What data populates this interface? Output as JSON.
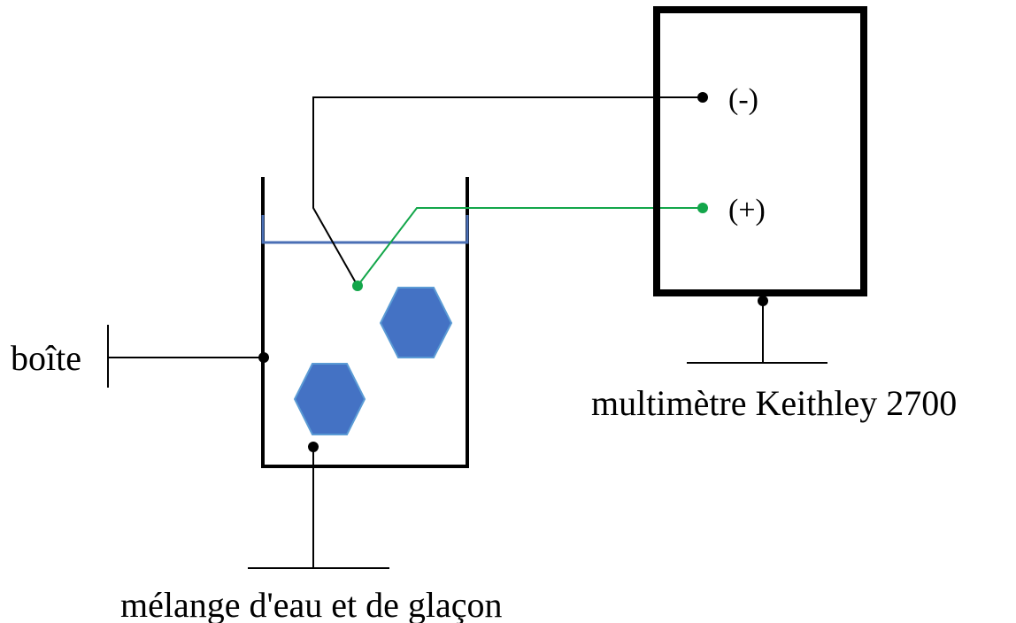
{
  "labels": {
    "box": "boîte",
    "mixture": "mélange d'eau et de glaçon",
    "multimeter": "multimètre Keithley 2700",
    "negative_terminal": "(-)",
    "positive_terminal": "(+)"
  },
  "colors": {
    "black_wire": "#000000",
    "green_wire": "#13a64a",
    "water_surface": "#4a6fb5",
    "ice_fill": "#4472c4",
    "ice_stroke": "#5b9bd5"
  },
  "icons": {
    "ice_cube": "hexagon"
  }
}
